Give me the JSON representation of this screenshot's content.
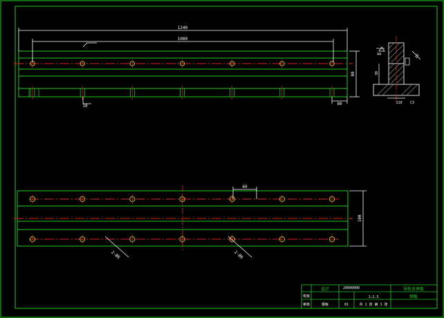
{
  "drawing": {
    "dimensions": {
      "overall_length": "1240",
      "hole_span": "1080",
      "top_height": "80",
      "end_offset": "80",
      "pitch_top": "10",
      "hole_pitch": "60",
      "bottom_height": "100",
      "section_top": "44",
      "section_side": "30",
      "section_bottom": "110",
      "section_right": "20",
      "section_c3": "C3"
    },
    "hole_callouts": [
      "2-Ø6",
      "2-Ø6"
    ],
    "title_block": {
      "designer": "设计",
      "date_stamp": "20000000",
      "part_title": "导轨支承板",
      "scale": "1:2.5",
      "material": "钢板",
      "sheet_label": "共 1 张 第 1 张",
      "check": "校核",
      "audit": "审核",
      "qty": "01"
    },
    "colors": {
      "background": "#000000",
      "outline": "#22cc22",
      "center_line": "#dd2222",
      "dimension": "#ffffff",
      "hole": "#cccc33",
      "title": "#22cc22"
    },
    "holes": {
      "count": 7
    }
  }
}
